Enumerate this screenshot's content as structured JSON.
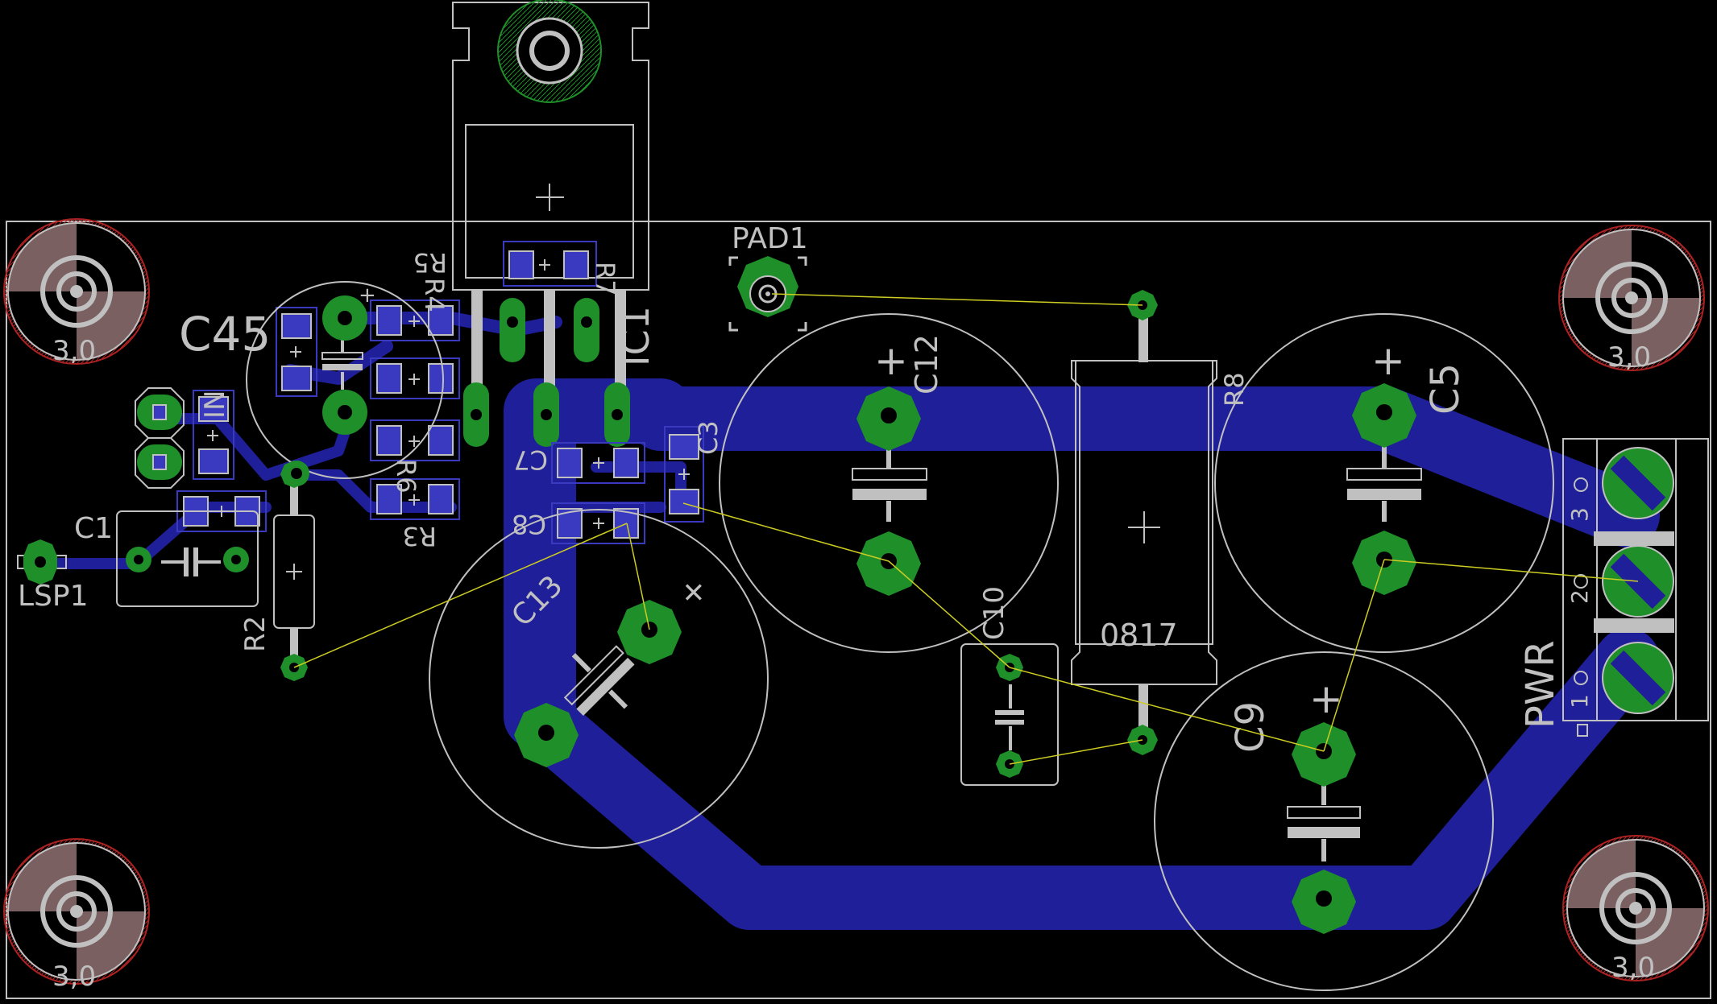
{
  "colors": {
    "background": "#000000",
    "silkscreen": "#c0c0c0",
    "copper_trace": "#1f1f99",
    "pad_green": "#1f8f2a",
    "hole": "#000000",
    "airwire": "#cccc22",
    "smd_pad": "#3a3ac0",
    "restrict": "#aa2222"
  },
  "labels": {
    "pad1": "PAD1",
    "c45": "C45",
    "c12": "C12",
    "c5": "C5",
    "c9": "C9",
    "c10": "C10",
    "c13": "C13",
    "c1": "C1",
    "c3": "C3",
    "c7": "C7",
    "c8": "C8",
    "r2": "R2",
    "r8": "R8",
    "r3": "R3",
    "r4": "R4",
    "r5": "R5",
    "r6": "R6",
    "r7": "R7",
    "ic1": "IC1",
    "in": "IN",
    "lsp1": "LSP1",
    "pwr": "PWR",
    "part_0817": "0817",
    "hole_size": "3,0",
    "pin1": "1",
    "pin2": "2",
    "pin3": "3",
    "plus": "+"
  }
}
